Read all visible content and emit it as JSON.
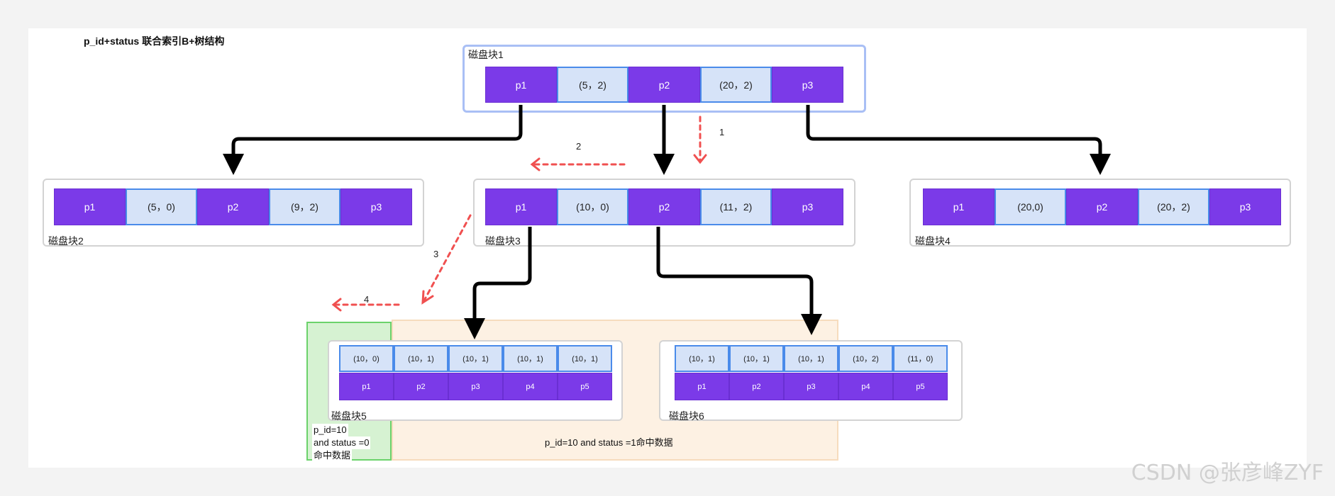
{
  "title": "p_id+status 联合索引B+树结构",
  "blocks": {
    "b1": {
      "label": "磁盘块1",
      "cells": [
        "p1",
        "(5，2)",
        "p2",
        "(20，2)",
        "p3"
      ]
    },
    "b2": {
      "label": "磁盘块2",
      "cells": [
        "p1",
        "(5，0)",
        "p2",
        "(9，2)",
        "p3"
      ]
    },
    "b3": {
      "label": "磁盘块3",
      "cells": [
        "p1",
        "(10，0)",
        "p2",
        "(11，2)",
        "p3"
      ]
    },
    "b4": {
      "label": "磁盘块4",
      "cells": [
        "p1",
        "(20,0)",
        "p2",
        "(20，2)",
        "p3"
      ]
    },
    "b5": {
      "label": "磁盘块5",
      "keys": [
        "(10，0)",
        "(10，1)",
        "(10，1)",
        "(10，1)",
        "(10，1)"
      ],
      "ptrs": [
        "p1",
        "p2",
        "p3",
        "p4",
        "p5"
      ]
    },
    "b6": {
      "label": "磁盘块6",
      "keys": [
        "(10，1)",
        "(10，1)",
        "(10，1)",
        "(10，2)",
        "(11，0)"
      ],
      "ptrs": [
        "p1",
        "p2",
        "p3",
        "p4",
        "p5"
      ]
    }
  },
  "steps": [
    "1",
    "2",
    "3",
    "4"
  ],
  "notes": {
    "green": [
      "p_id=10",
      "and status =0",
      "命中数据"
    ],
    "orange": "p_id=10 and status =1命中数据"
  },
  "colors": {
    "pointer": "#7b3ae8",
    "key": "#d6e3f8",
    "key_border": "#4a8bea",
    "highlight_border": "#a9bff5",
    "search_arrow": "#f05050",
    "green_region": "#d6f2d2",
    "orange_region": "#fdf1e3"
  },
  "watermark": "CSDN @张彦峰ZYF"
}
